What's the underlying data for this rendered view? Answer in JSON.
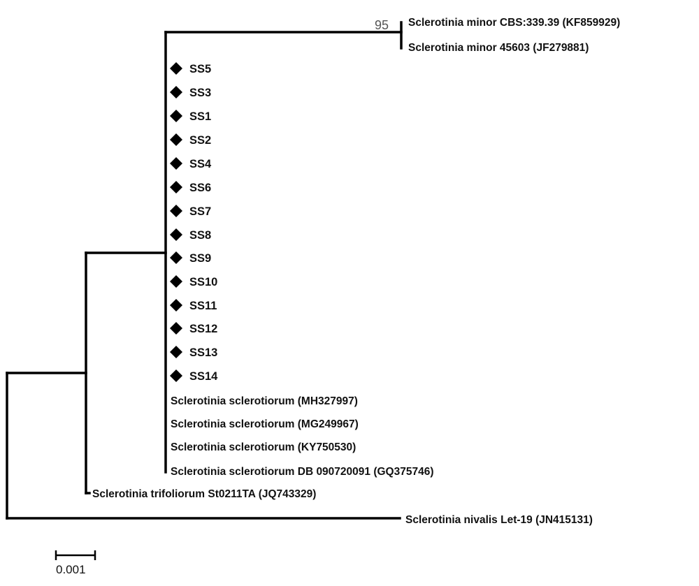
{
  "tree": {
    "bootstrap_values": [
      "95"
    ],
    "minor_clade": {
      "taxa": [
        "Sclerotinia minor CBS:339.39 (KF859929)",
        "Sclerotinia minor 45603 (JF279881)"
      ]
    },
    "sclerotiorum_clade": {
      "isolates": [
        "SS5",
        "SS3",
        "SS1",
        "SS2",
        "SS4",
        "SS6",
        "SS7",
        "SS8",
        "SS9",
        "SS10",
        "SS11",
        "SS12",
        "SS13",
        "SS14"
      ],
      "references": [
        "Sclerotinia sclerotiorum (MH327997)",
        "Sclerotinia sclerotiorum (MG249967)",
        "Sclerotinia sclerotiorum (KY750530)",
        "Sclerotinia sclerotiorum DB 090720091 (GQ375746)"
      ]
    },
    "trifoliorum": "Sclerotinia trifoliorum St0211TA (JQ743329)",
    "nivalis": "Sclerotinia nivalis Let-19 (JN415131)",
    "scale_bar": "0.001",
    "isolate_marker": "diamond",
    "line_color": "#000000"
  }
}
